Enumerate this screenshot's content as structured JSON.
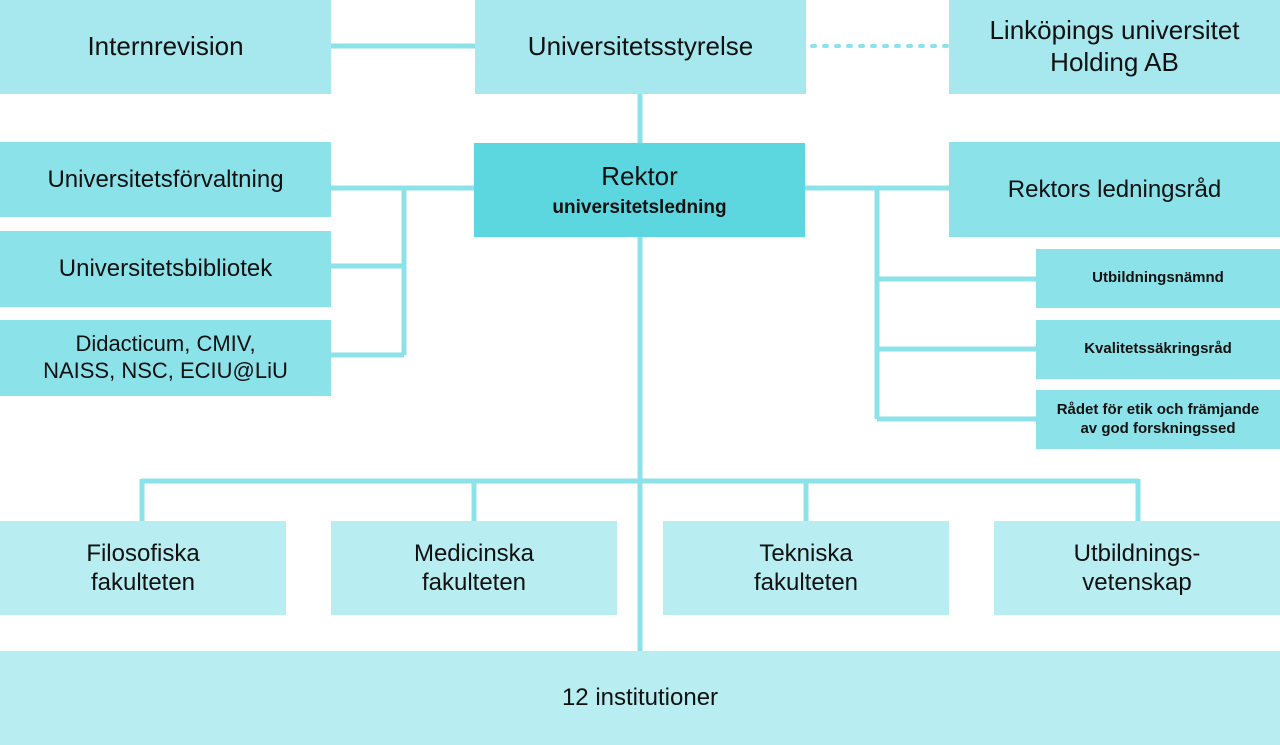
{
  "top": {
    "internrevision": "Internrevision",
    "styrelse": "Universitetsstyrelse",
    "holding_line1": "Linköpings universitet",
    "holding_line2": "Holding AB"
  },
  "rektor": {
    "title": "Rektor",
    "subtitle": "universitetsledning"
  },
  "left": {
    "forvaltning": "Universitetsförvaltning",
    "bibliotek": "Universitetsbibliotek",
    "centers_line1": "Didacticum, CMIV,",
    "centers_line2": "NAISS, NSC, ECIU@LiU"
  },
  "right": {
    "ledningsrad": "Rektors ledningsråd",
    "utbildningsnamnd": "Utbildningsnämnd",
    "kvalitetssakringsrad": "Kvalitetssäkringsråd",
    "etik_line1": "Rådet för etik och främjande",
    "etik_line2": "av god forskningssed"
  },
  "faculties": [
    {
      "line1": "Filosofiska",
      "line2": "fakulteten"
    },
    {
      "line1": "Medicinska",
      "line2": "fakulteten"
    },
    {
      "line1": "Tekniska",
      "line2": "fakulteten"
    },
    {
      "line1": "Utbildnings-",
      "line2": "vetenskap"
    }
  ],
  "institutions": "12 institutioner",
  "colors": {
    "line": "#8ce2e9",
    "rektor": "#5cd6df",
    "top_boxes": "#a6e8ed",
    "faculty_boxes": "#b8eef1"
  }
}
